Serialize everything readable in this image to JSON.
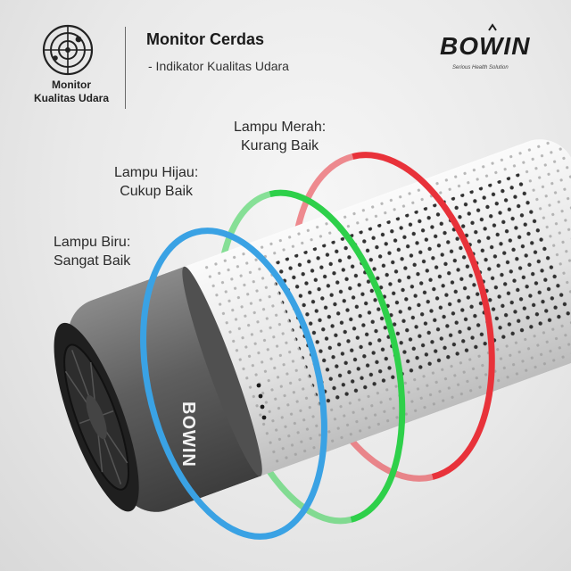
{
  "header": {
    "icon_name": "air-quality-monitor-icon",
    "icon_label_line1": "Monitor",
    "icon_label_line2": "Kualitas Udara",
    "title": "Monitor Cerdas",
    "subtitle": "- Indikator Kualitas Udara"
  },
  "brand": {
    "logo_text": "BOWIN",
    "tagline": "Serious Health Solution"
  },
  "callouts": {
    "red": {
      "line1": "Lampu Merah:",
      "line2": "Kurang Baik",
      "color": "#e8323a"
    },
    "green": {
      "line1": "Lampu Hijau:",
      "line2": "Cukup Baik",
      "color": "#2ed04a"
    },
    "blue": {
      "line1": "Lampu Biru:",
      "line2": "Sangat Baik",
      "color": "#3aa2e4"
    }
  },
  "device": {
    "logo_text": "BOWIN",
    "indicator_dot_count": 4
  }
}
